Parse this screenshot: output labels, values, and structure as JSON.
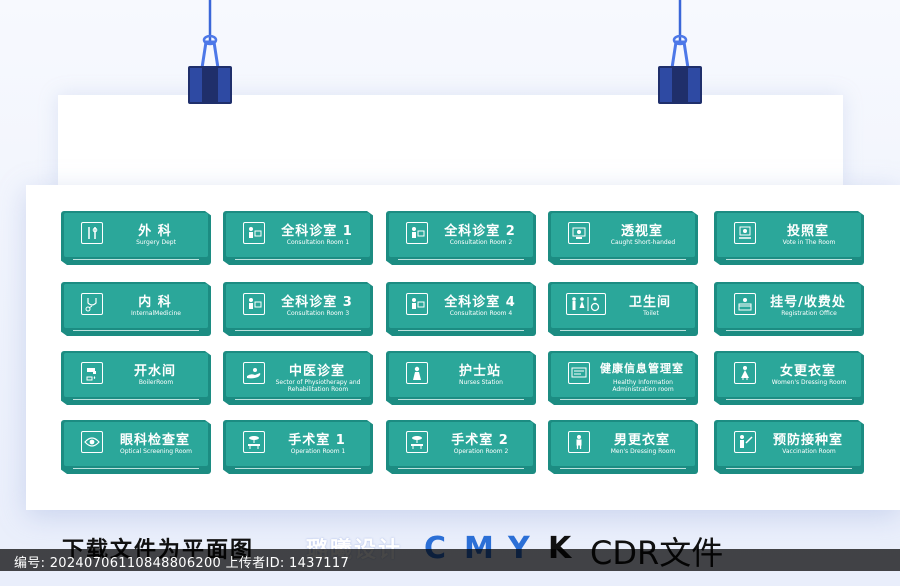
{
  "signs": [
    {
      "zh": "外 科",
      "en": "Surgery Dept",
      "icon": "surgery-tools-icon"
    },
    {
      "zh": "全科诊室 1",
      "en": "Consultation Room 1",
      "icon": "consultation-icon"
    },
    {
      "zh": "全科诊室 2",
      "en": "Consultation Room 2",
      "icon": "consultation-icon"
    },
    {
      "zh": "透视室",
      "en": "Caught Short-handed",
      "icon": "xray-monitor-icon"
    },
    {
      "zh": "投照室",
      "en": "Vote in The Room",
      "icon": "xray-machine-icon"
    },
    {
      "zh": "内 科",
      "en": "InternalMedicine",
      "icon": "stethoscope-icon"
    },
    {
      "zh": "全科诊室 3",
      "en": "Consultation Room 3",
      "icon": "consultation-icon"
    },
    {
      "zh": "全科诊室 4",
      "en": "Consultation Room 4",
      "icon": "consultation-icon"
    },
    {
      "zh": "卫生间",
      "en": "Toilet",
      "icon": "toilet-icon"
    },
    {
      "zh": "挂号/收费处",
      "en": "Registration Office",
      "icon": "registration-desk-icon"
    },
    {
      "zh": "开水间",
      "en": "BoilerRoom",
      "icon": "water-tap-icon"
    },
    {
      "zh": "中医诊室",
      "en": "Sector of Physiotherapy and|Rehabilitation Room",
      "icon": "hand-care-icon"
    },
    {
      "zh": "护士站",
      "en": "Nurses Station",
      "icon": "nurse-icon"
    },
    {
      "zh": "健康信息管理室",
      "en": "Healthy Information|Administration room",
      "icon": "info-board-icon"
    },
    {
      "zh": "女更衣室",
      "en": "Women's Dressing Room",
      "icon": "woman-dressing-icon"
    },
    {
      "zh": "眼科检查室",
      "en": "Optical Screening Room",
      "icon": "eye-icon"
    },
    {
      "zh": "手术室 1",
      "en": "Operation Room 1",
      "icon": "operating-light-icon"
    },
    {
      "zh": "手术室 2",
      "en": "Operation Room 2",
      "icon": "operating-light-icon"
    },
    {
      "zh": "男更衣室",
      "en": "Men's Dressing Room",
      "icon": "man-dressing-icon"
    },
    {
      "zh": "预防接种室",
      "en": "Vaccination Room",
      "icon": "vaccination-icon"
    }
  ],
  "footer": {
    "left_text": "下载文件为平面图",
    "mid_text": "璐曦设计",
    "cmyk": [
      {
        "letter": "C",
        "color": "#2b6fd6"
      },
      {
        "letter": "M",
        "color": "#2b6fd6"
      },
      {
        "letter": "Y",
        "color": "#2b6fd6"
      },
      {
        "letter": "K",
        "color": "#111111"
      }
    ],
    "right_text": "CDR文件",
    "watermark": "编号: 20240706110848806200   上传者ID: 1437117"
  },
  "colors": {
    "sign_face": "#2ba79a",
    "sign_back": "#1c8c82",
    "clip": "#1f2f6b"
  }
}
